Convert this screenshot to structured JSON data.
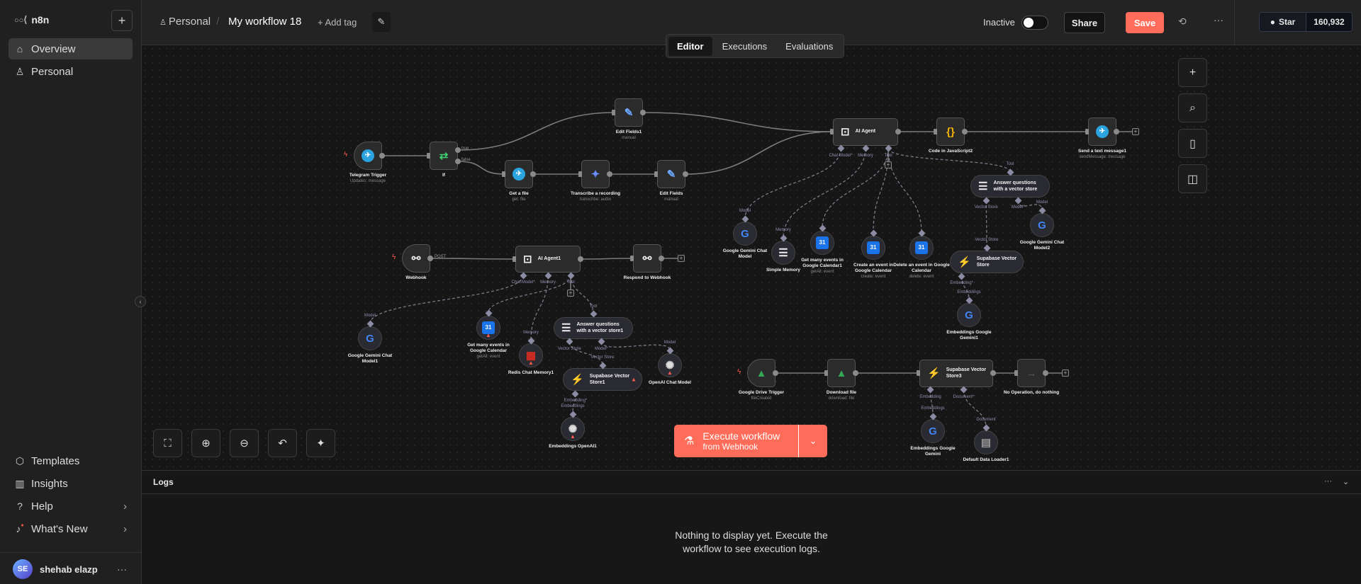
{
  "sidebar": {
    "brand": "n8n",
    "new_button": "+",
    "items": [
      {
        "label": "Overview",
        "icon": "home-icon"
      },
      {
        "label": "Personal",
        "icon": "user-icon"
      }
    ],
    "bottom_items": [
      {
        "label": "Templates",
        "icon": "box-icon"
      },
      {
        "label": "Insights",
        "icon": "chart-icon"
      },
      {
        "label": "Help",
        "icon": "help-icon"
      },
      {
        "label": "What's New",
        "icon": "bell-icon"
      }
    ],
    "user": {
      "initials": "SE",
      "name": "shehab elazp"
    }
  },
  "header": {
    "project": "Personal",
    "workflow_title": "My workflow 18",
    "add_tag": "+ Add tag",
    "status": "Inactive",
    "share": "Share",
    "save": "Save",
    "github_star": "Star",
    "star_count": "160,932",
    "tabs": [
      "Editor",
      "Executions",
      "Evaluations"
    ],
    "active_tab": "Editor"
  },
  "canvas": {
    "nodes": {
      "tg_trigger": {
        "title": "Telegram Trigger",
        "subtitle": "Updates: message",
        "icon": "telegram-icon"
      },
      "if": {
        "title": "If",
        "icon": "if-icon",
        "outputs": [
          "true",
          "false"
        ]
      },
      "edit1": {
        "title": "Edit Fields1",
        "subtitle": "manual",
        "icon": "pencil-icon"
      },
      "getfile": {
        "title": "Get a file",
        "subtitle": "get: file",
        "icon": "telegram-icon"
      },
      "transcribe": {
        "title": "Transcribe a recording",
        "subtitle": "transcribe: audio",
        "icon": "gemini-icon"
      },
      "edit": {
        "title": "Edit Fields",
        "subtitle": "manual",
        "icon": "pencil-icon"
      },
      "agent": {
        "title": "AI Agent",
        "icon": "robot-icon",
        "handles": [
          "Chat Model*",
          "Memory",
          "Tool"
        ]
      },
      "code": {
        "title": "Code in JavaScript2",
        "icon": "code-icon"
      },
      "send": {
        "title": "Send a text message1",
        "subtitle": "sendMessage: message",
        "icon": "telegram-icon"
      },
      "gem": {
        "title": "Google Gemini Chat Model",
        "icon": "google-icon",
        "input": "Model"
      },
      "mem": {
        "title": "Simple Memory",
        "icon": "database-icon",
        "input": "Memory"
      },
      "cal1": {
        "title": "Get many events in Google Calendar1",
        "subtitle": "getAll: event",
        "icon": "calendar-icon"
      },
      "calc": {
        "title": "Create an event in Google Calendar",
        "subtitle": "create: event",
        "icon": "calendar-icon"
      },
      "cald": {
        "title": "Delete an event in Google Calendar",
        "subtitle": "delete: event",
        "icon": "calendar-icon"
      },
      "aq": {
        "title": "Answer questions with a vector store",
        "icon": "database-icon",
        "input": "Tool",
        "handles": [
          "Vector Store",
          "Model*"
        ]
      },
      "gem2": {
        "title": "Google Gemini Chat Model2",
        "icon": "google-icon",
        "input": "Model"
      },
      "sup": {
        "title": "Supabase Vector Store",
        "icon": "supabase-icon",
        "input": "Vector Store",
        "handles": [
          "Embedding*"
        ]
      },
      "embg1": {
        "title": "Embeddings Google Gemini1",
        "icon": "google-icon",
        "input": "Embeddings"
      },
      "webhook": {
        "title": "Webhook",
        "icon": "webhook-icon",
        "outputs": [
          "POST"
        ]
      },
      "agent1": {
        "title": "AI Agent1",
        "icon": "robot-icon",
        "handles": [
          "Chat Model*",
          "Memory",
          "Tool"
        ]
      },
      "respond": {
        "title": "Respond to Webhook",
        "icon": "webhook-icon"
      },
      "gem1": {
        "title": "Google Gemini Chat Model1",
        "icon": "google-icon",
        "input": "Model"
      },
      "calg": {
        "title": "Get many events in Google Calendar",
        "subtitle": "getAll: event",
        "icon": "calendar-icon",
        "warning": true
      },
      "redis": {
        "title": "Redis Chat Memory1",
        "icon": "redis-icon",
        "input": "Memory",
        "warning": true
      },
      "aq1": {
        "title": "Answer questions with a vector store1",
        "icon": "database-icon",
        "input": "Tool",
        "handles": [
          "Vector Store",
          "Model*"
        ]
      },
      "sup1": {
        "title": "Supabase Vector Store1",
        "icon": "supabase-icon",
        "input": "Vector Store",
        "handles": [
          "Embedding*"
        ],
        "warning": true
      },
      "oai": {
        "title": "OpenAI Chat Model",
        "icon": "openai-icon",
        "input": "Model",
        "warning": true
      },
      "emboai": {
        "title": "Embeddings OpenAI1",
        "icon": "openai-icon",
        "input": "Embeddings",
        "warning": true
      },
      "gdt": {
        "title": "Google Drive Trigger",
        "subtitle": "fileCreated",
        "icon": "google-drive-icon"
      },
      "dl": {
        "title": "Download file",
        "subtitle": "download: file",
        "icon": "google-drive-icon"
      },
      "sup3": {
        "title": "Supabase Vector Store3",
        "icon": "supabase-icon",
        "handles": [
          "Embedding",
          "Document*"
        ]
      },
      "noop": {
        "title": "No Operation, do nothing",
        "icon": "arrow-right-icon"
      },
      "embg": {
        "title": "Embeddings Google Gemini",
        "icon": "google-icon",
        "input": "Embeddings"
      },
      "ddl": {
        "title": "Default Data Loader1",
        "icon": "document-icon",
        "input": "Document"
      }
    },
    "execute": {
      "line1": "Execute workflow",
      "line2": "from Webhook"
    }
  },
  "logs": {
    "title": "Logs",
    "empty_message_line1": "Nothing to display yet. Execute the",
    "empty_message_line2": "workflow to see execution logs."
  },
  "colors": {
    "accent": "#ff6d5a",
    "canvas": "#161616",
    "sidebar": "#202020"
  }
}
